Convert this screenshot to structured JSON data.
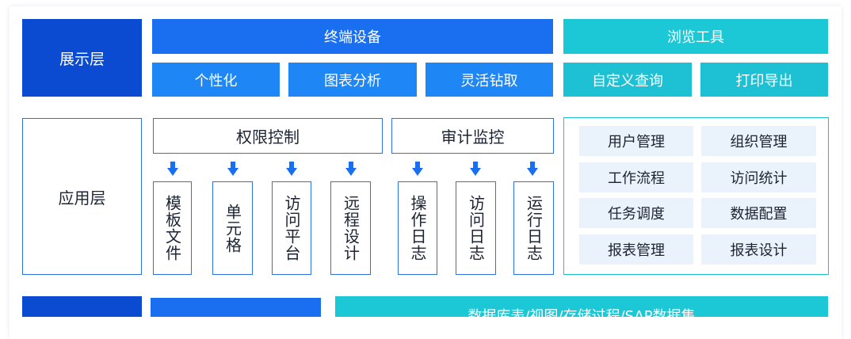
{
  "presentation": {
    "layer_label": "展示层",
    "terminal": "终端设备",
    "browser": "浏览工具",
    "features": [
      "个性化",
      "图表分析",
      "灵活钻取"
    ],
    "browser_features": [
      "自定义查询",
      "打印导出"
    ]
  },
  "application": {
    "layer_label": "应用层",
    "permission": "权限控制",
    "audit": "审计监控",
    "permission_items": [
      "模板文件",
      "单元格",
      "访问平台",
      "远程设计"
    ],
    "audit_items": [
      "操作日志",
      "访问日志",
      "运行日志"
    ],
    "management": [
      "用户管理",
      "组织管理",
      "工作流程",
      "访问统计",
      "任务调度",
      "数据配置",
      "报表管理",
      "报表设计"
    ]
  },
  "data_layer": {
    "sources": "数据库表/视图/存储过程/SAP数据集"
  },
  "colors": {
    "layer_blue": "#0a4bd1",
    "head_blue": "#1a6ff0",
    "sub_blue": "#1e86f5",
    "teal": "#1cc7d6",
    "outline_blue": "#2a72e6",
    "grid_bg": "#eaf2fb"
  }
}
